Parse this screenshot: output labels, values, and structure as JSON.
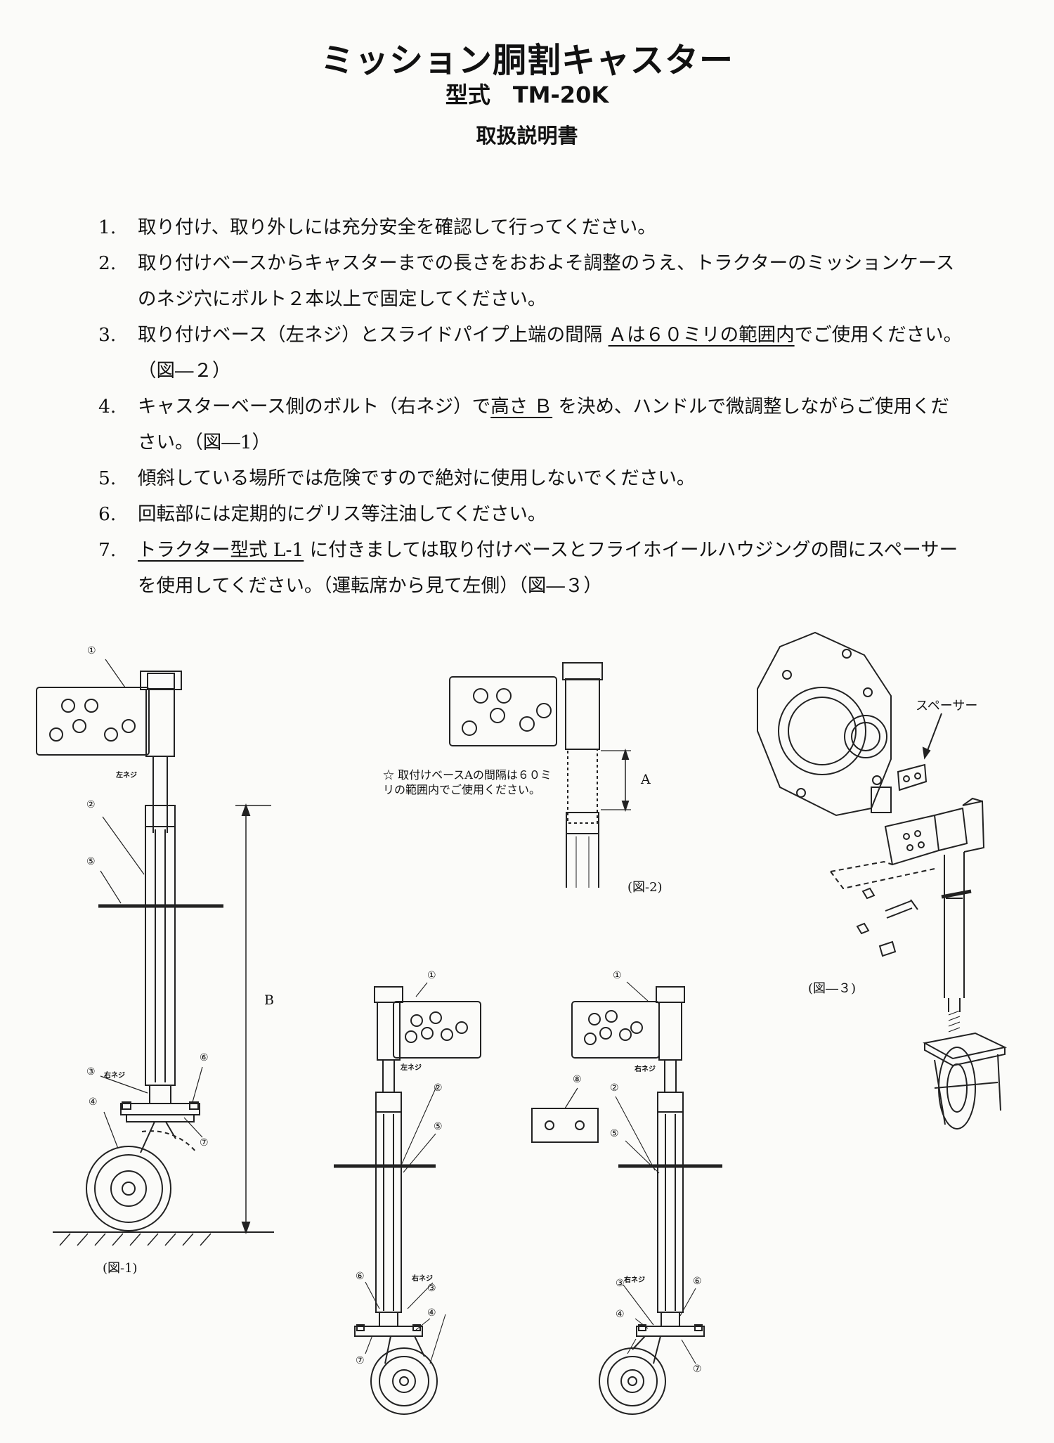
{
  "header": {
    "title": "ミッション胴割キャスター",
    "model": "型式　TM-20K",
    "doc_title": "取扱説明書"
  },
  "instructions": [
    {
      "num": "1.",
      "text": "取り付け、取り外しには充分安全を確認して行ってください。"
    },
    {
      "num": "2.",
      "text": "取り付けベースからキャスターまでの長さをおおよそ調整のうえ、トラクターのミッションケースのネジ穴にボルト２本以上で固定してください。"
    },
    {
      "num": "3.",
      "pre": "取り付けベース（左ネジ）とスライドパイプ上端の間隔 ",
      "em": "Ａは６０ミリの範囲内",
      "post": "でご使用ください。（図―２）"
    },
    {
      "num": "4.",
      "pre": "キャスターベース側のボルト（右ネジ）で",
      "em": "高さ Ｂ",
      "post": " を決め、ハンドルで微調整しながらご使用ください。（図―1）"
    },
    {
      "num": "5.",
      "text": "傾斜している場所では危険ですので絶対に使用しないでください。"
    },
    {
      "num": "6.",
      "text": "回転部には定期的にグリス等注油してください。"
    },
    {
      "num": "7.",
      "pre": "",
      "em": "トラクター型式 L-1",
      "post": " に付きましては取り付けベースとフライホイールハウジングの間にスペーサーを使用してください。（運転席から見て左側）（図―３）"
    }
  ],
  "figures": {
    "fig1_caption": "(図-1)",
    "fig2_caption": "(図-2)",
    "fig3_caption": "(図―３)",
    "label_left_thread": "左ネジ",
    "label_right_thread": "右ネジ",
    "label_A": "A",
    "label_B": "B",
    "spacer_label": "スペーサー",
    "fig2_note": "☆ 取付けベースAの間隔は６０ミリの範囲内でご使用ください。",
    "part_numbers": [
      "①",
      "②",
      "③",
      "④",
      "⑤",
      "⑥",
      "⑦",
      "⑧"
    ]
  }
}
